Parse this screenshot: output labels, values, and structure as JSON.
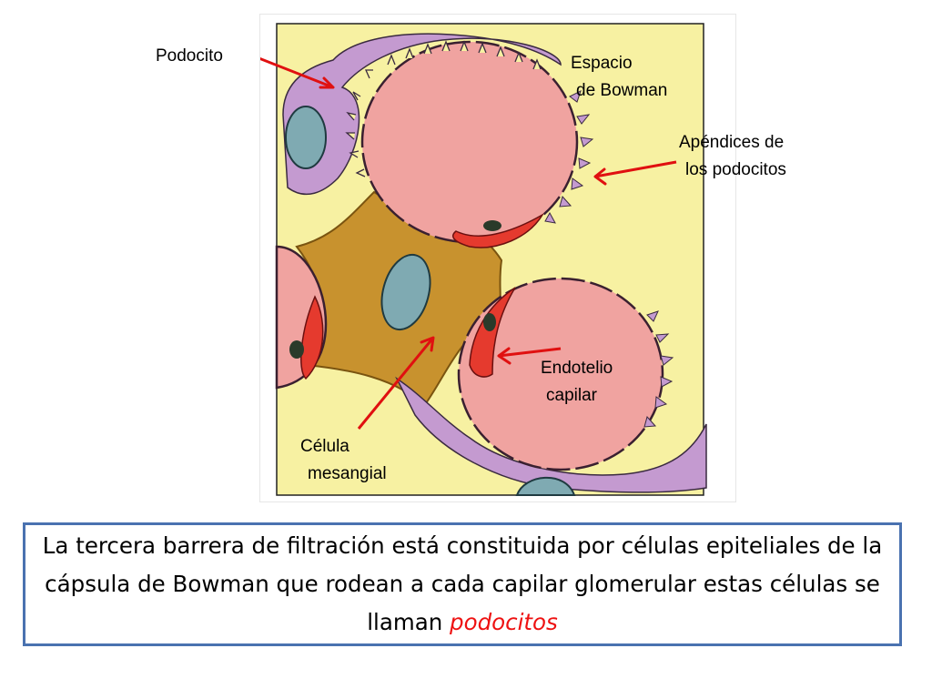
{
  "figure": {
    "labels": {
      "podocito": "Podocito",
      "espacio_line1": "Espacio",
      "espacio_line2": "de Bowman",
      "apendices_line1": "Apéndices de",
      "apendices_line2": "los podocitos",
      "endotelio_line1": "Endotelio",
      "endotelio_line2": "capilar",
      "celula_line1": "Célula",
      "celula_line2": "mesangial"
    },
    "colors": {
      "background": "#f7f1a2",
      "podocyte": "#c49ad0",
      "capillary_lumen": "#f0a3a0",
      "mesangium": "#c8922e",
      "endothelium": "#e53a2e",
      "nucleus": "#7faab2",
      "arrow": "#e01010"
    }
  },
  "caption": {
    "text": "La tercera barrera de filtración está constituida por células epiteliales de la cápsula de Bowman que rodean a cada capilar glomerular estas células se llaman",
    "emphasis": "podocitos"
  }
}
